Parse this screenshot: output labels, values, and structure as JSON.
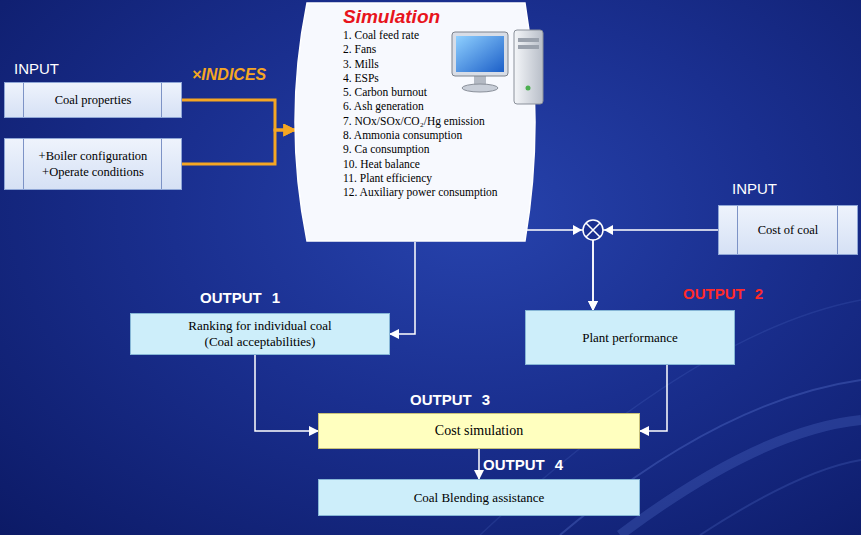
{
  "diagram": {
    "nodes": [
      {
        "text": [
          "Coal properties"
        ]
      },
      {
        "text": [
          "+Boiler configuration",
          "+Operate conditions"
        ]
      },
      {
        "text": [
          "Simulation",
          "1. Coal feed rate",
          "2. Fans",
          "3. Mills",
          "4. ESPs",
          "5. Carbon burnout",
          "6. Ash generation",
          "7. NOx/SOx/CO₂/Hg emission",
          "8. Ammonia consumption",
          "9. Ca consumption",
          "10. Heat balance",
          "11. Plant efficiency",
          "12. Auxiliary power consumption"
        ]
      },
      {
        "text": [
          "Cost of coal"
        ]
      },
      {
        "text": [
          "Ranking for individual coal (Coal acceptabilities)"
        ]
      },
      {
        "text": [
          "Plant performance"
        ]
      },
      {
        "text": [
          "Cost simulation"
        ]
      },
      {
        "text": [
          "Coal Blending assistance"
        ]
      }
    ],
    "edges": [
      {
        "from": 0,
        "to": 2,
        "arrow": "to"
      },
      {
        "from": 1,
        "to": 2,
        "arrow": "to"
      },
      {
        "from": 2,
        "to": 4,
        "arrow": "to"
      },
      {
        "from": 2,
        "to": 5,
        "arrow": "to"
      },
      {
        "from": 3,
        "to": 5,
        "arrow": "to"
      },
      {
        "from": 4,
        "to": 6,
        "arrow": "to"
      },
      {
        "from": 5,
        "to": 6,
        "arrow": "to"
      },
      {
        "from": 6,
        "to": 7,
        "arrow": "to"
      }
    ],
    "labels": [
      "INPUT",
      "×INDICES",
      "INPUT",
      "OUTPUT 1",
      "OUTPUT 2",
      "OUTPUT 3",
      "OUTPUT 4"
    ]
  }
}
